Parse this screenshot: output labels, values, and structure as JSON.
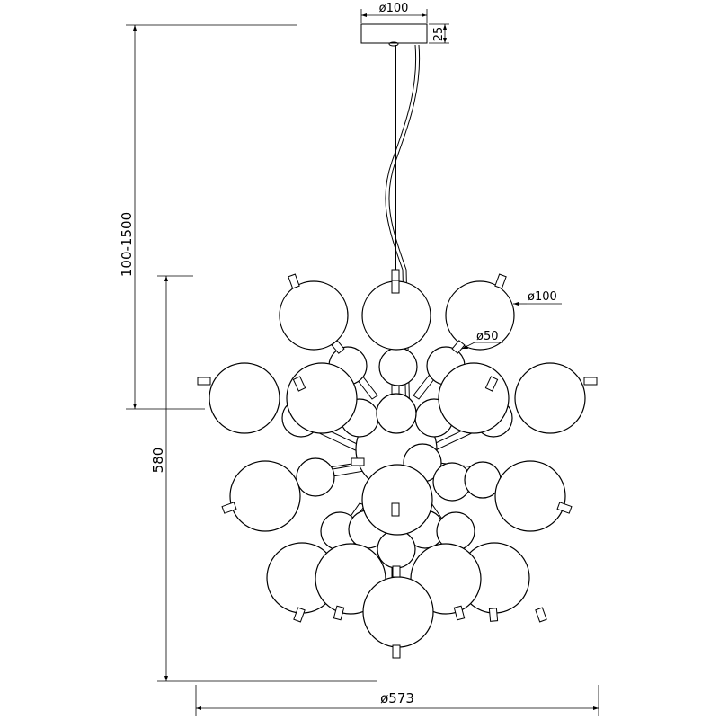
{
  "dimensions": {
    "canopy_diameter": "ø100",
    "canopy_height": "25",
    "suspension_length": "100-1500",
    "body_height": "580",
    "body_diameter": "ø573",
    "large_shade_diameter": "ø100",
    "small_shade_diameter": "ø50"
  }
}
